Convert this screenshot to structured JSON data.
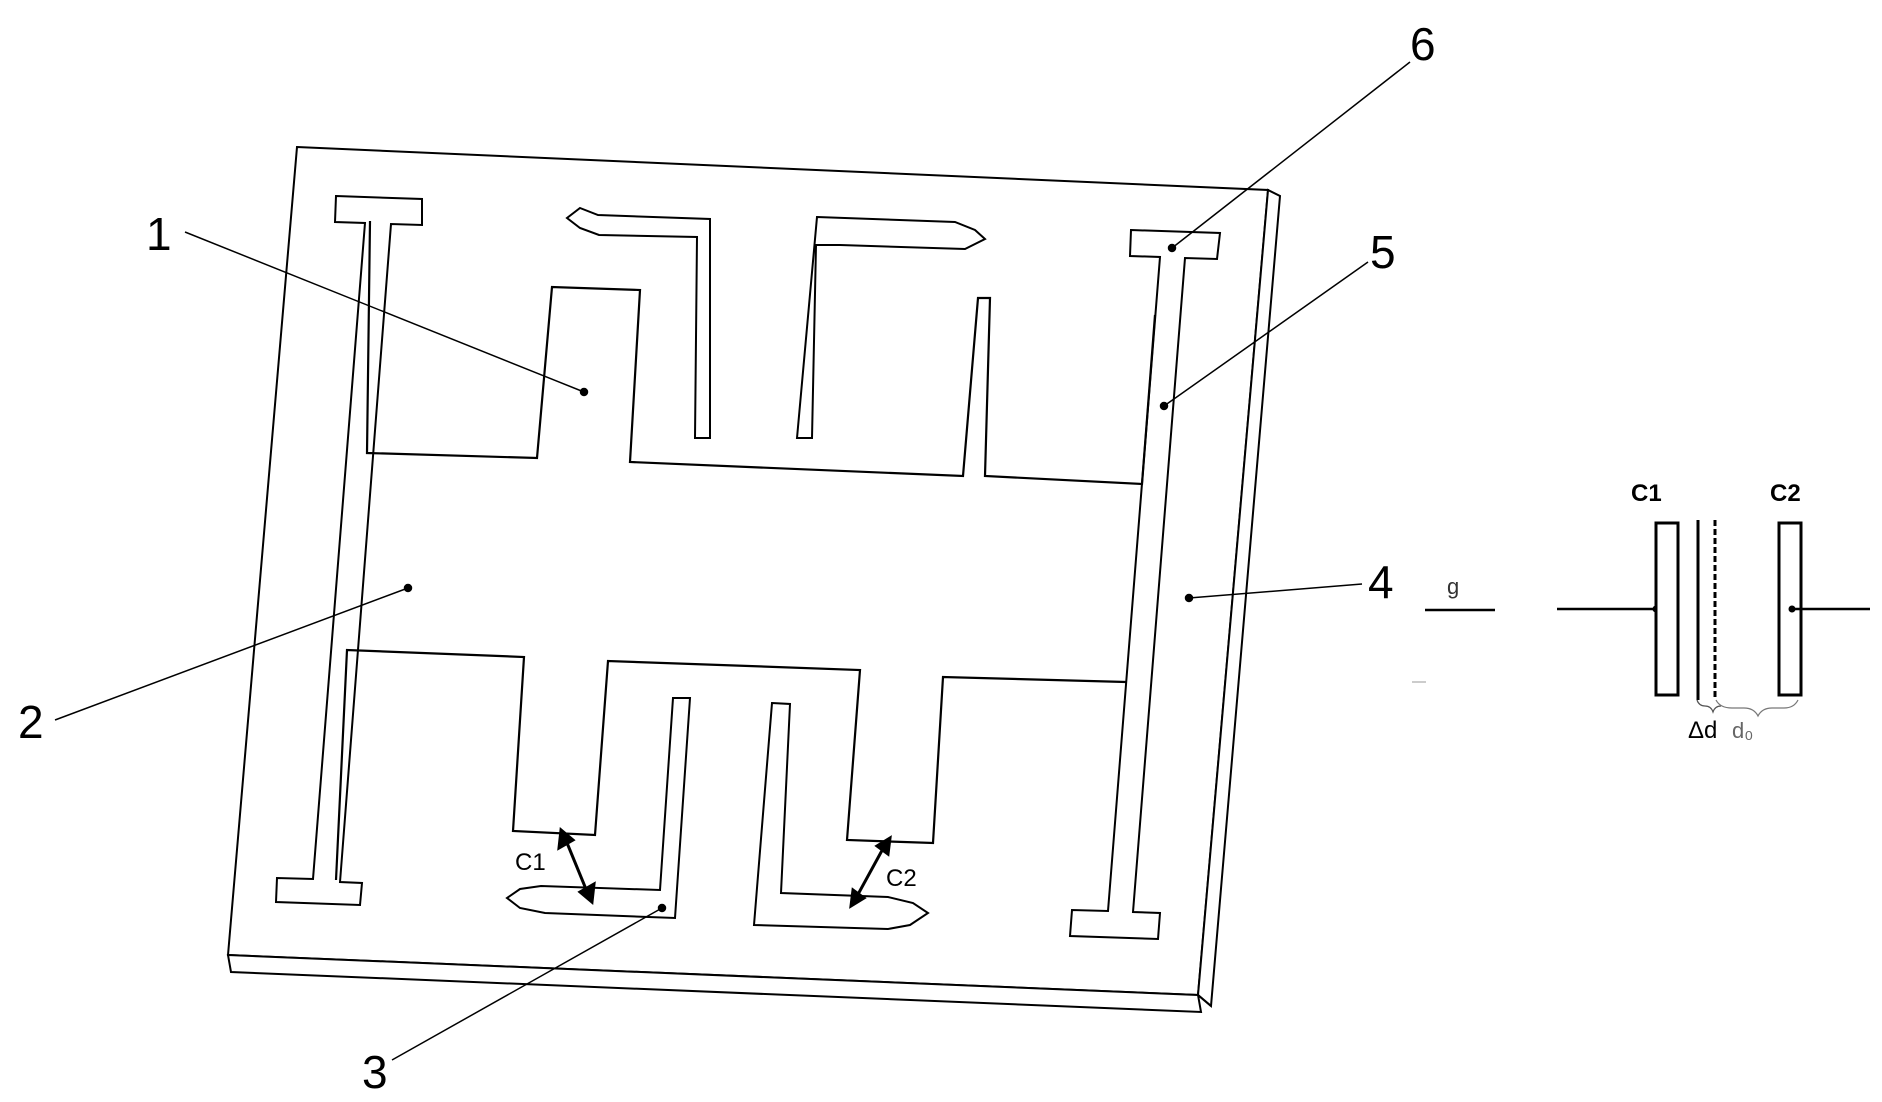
{
  "reference_numerals": {
    "n1": "1",
    "n2": "2",
    "n3": "3",
    "n4": "4",
    "n5": "5",
    "n6": "6"
  },
  "capacitance_labels": {
    "c1_inner": "C1",
    "c2_inner": "C2"
  },
  "schematic": {
    "g": "g",
    "c1": "C1",
    "c2": "C2",
    "delta_d": "Δd",
    "d0": "d₀"
  },
  "colors": {
    "stroke": "#000000",
    "background": "#ffffff"
  }
}
